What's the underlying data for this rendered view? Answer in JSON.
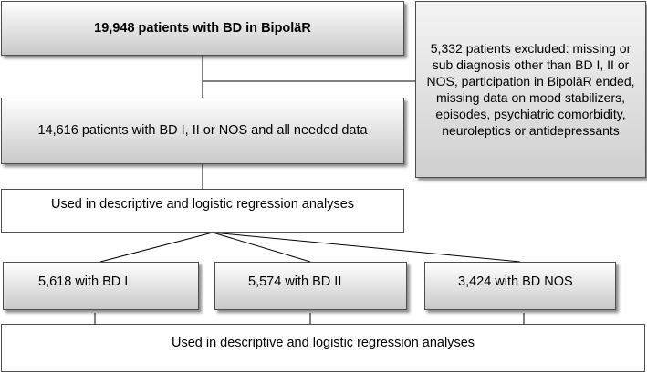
{
  "boxes": {
    "total": "19,948 patients with BD in BipoläR",
    "excluded": "5,332 patients excluded: missing or sub diagnosis other than BD I, II or NOS, participation in BipoläR ended, missing data on mood stabilizers, episodes, psychiatric comorbidity, neuroleptics or antidepressants",
    "included": "14,616 patients with BD I, II or NOS and all needed data",
    "analysis_top": "Used in descriptive and logistic regression analyses",
    "bd1": "5,618 with BD I",
    "bd2": "5,574 with BD II",
    "nos": "3,424 with BD NOS",
    "analysis_bottom": "Used in descriptive and logistic regression analyses"
  },
  "colors": {
    "border": "#4d4d4d",
    "gradient_end": "#c9c9c9"
  }
}
